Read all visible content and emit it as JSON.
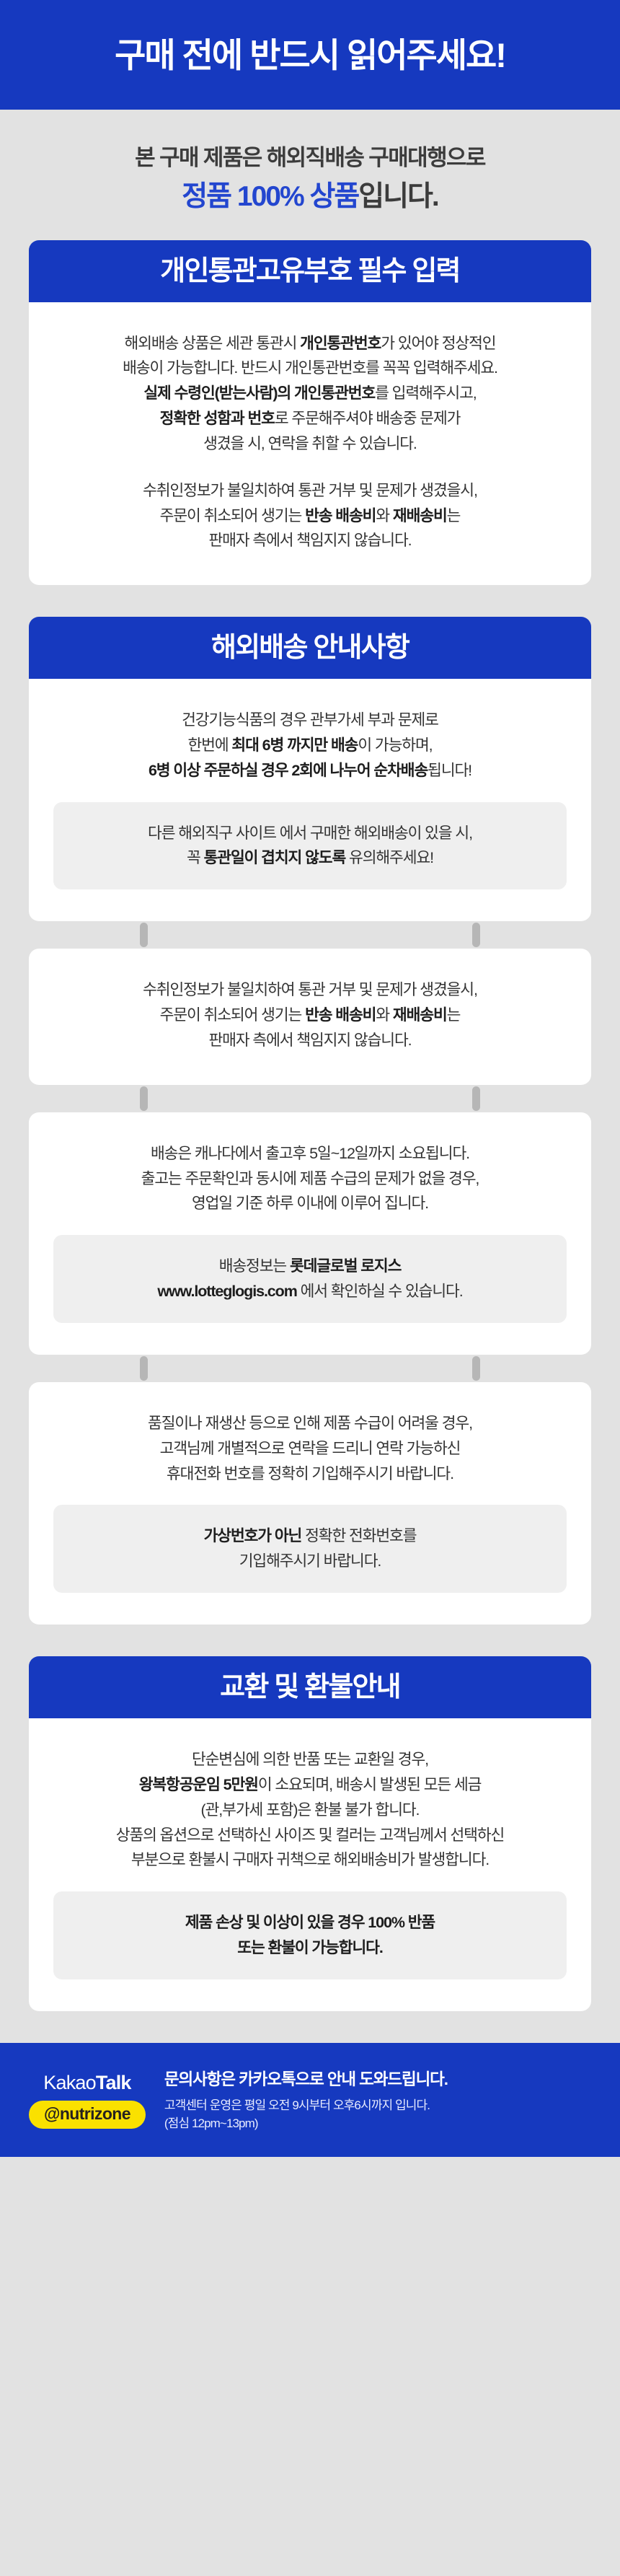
{
  "colors": {
    "brand_blue": "#1639bf",
    "accent_blue": "#2346cf",
    "page_bg": "#e2e2e2",
    "card_bg": "#ffffff",
    "grey_box": "#efefef",
    "kakao_yellow": "#fae100",
    "text_dark": "#333333"
  },
  "banner": {
    "title": "구매 전에 반드시 읽어주세요!"
  },
  "intro": {
    "line1": "본 구매 제품은 해외직배송 구매대행으로",
    "line2_highlight": "정품 100% 상품",
    "line2_rest": "입니다."
  },
  "sections": [
    {
      "id": "customs-code",
      "header": "개인통관고유부호 필수 입력",
      "blocks": [
        {
          "type": "paragraph",
          "lines": [
            [
              {
                "t": "해외배송 상품은 세관 통관시 ",
                "b": false
              },
              {
                "t": "개인통관번호",
                "b": true
              },
              {
                "t": "가 있어야 정상적인",
                "b": false
              }
            ],
            [
              {
                "t": "배송이 가능합니다. 반드시 개인통관번호를 꼭꼭 입력해주세요.",
                "b": false
              }
            ],
            [
              {
                "t": "실제 수령인(받는사람)의 개인통관번호",
                "b": true
              },
              {
                "t": "를 입력해주시고,",
                "b": false
              }
            ],
            [
              {
                "t": "정확한 성함과 번호",
                "b": true
              },
              {
                "t": "로 주문해주셔야 배송중 문제가",
                "b": false
              }
            ],
            [
              {
                "t": "생겼을 시, 연락을 취할 수 있습니다.",
                "b": false
              }
            ]
          ]
        },
        {
          "type": "paragraph",
          "lines": [
            [
              {
                "t": "수취인정보가 불일치하여 통관 거부 및 문제가 생겼을시,",
                "b": false
              }
            ],
            [
              {
                "t": "주문이 취소되어 생기는 ",
                "b": false
              },
              {
                "t": "반송 배송비",
                "b": true
              },
              {
                "t": "와 ",
                "b": false
              },
              {
                "t": "재배송비",
                "b": true
              },
              {
                "t": "는",
                "b": false
              }
            ],
            [
              {
                "t": "판매자 측에서 책임지지 않습니다.",
                "b": false
              }
            ]
          ]
        }
      ]
    },
    {
      "id": "overseas-shipping",
      "header": "해외배송 안내사항",
      "cards": [
        {
          "blocks": [
            {
              "type": "paragraph",
              "lines": [
                [
                  {
                    "t": "건강기능식품의 경우 관부가세 부과 문제로",
                    "b": false
                  }
                ],
                [
                  {
                    "t": "한번에 ",
                    "b": false
                  },
                  {
                    "t": "최대 6병 까지만 배송",
                    "b": true
                  },
                  {
                    "t": "이 가능하며,",
                    "b": false
                  }
                ],
                [
                  {
                    "t": "6병 이상 주문하실 경우 2회에 나누어 순차배송",
                    "b": true
                  },
                  {
                    "t": "됩니다!",
                    "b": false
                  }
                ]
              ]
            },
            {
              "type": "greybox",
              "lines": [
                [
                  {
                    "t": "다른 해외직구 사이트 에서 구매한 해외배송이 있을 시,",
                    "b": false
                  }
                ],
                [
                  {
                    "t": "꼭 ",
                    "b": false
                  },
                  {
                    "t": "통관일이 겹치지 않도록",
                    "b": true
                  },
                  {
                    "t": " 유의해주세요!",
                    "b": false
                  }
                ]
              ]
            }
          ]
        },
        {
          "blocks": [
            {
              "type": "paragraph",
              "lines": [
                [
                  {
                    "t": "수취인정보가 불일치하여 통관 거부 및 문제가 생겼을시,",
                    "b": false
                  }
                ],
                [
                  {
                    "t": "주문이 취소되어 생기는 ",
                    "b": false
                  },
                  {
                    "t": "반송 배송비",
                    "b": true
                  },
                  {
                    "t": "와 ",
                    "b": false
                  },
                  {
                    "t": "재배송비",
                    "b": true
                  },
                  {
                    "t": "는",
                    "b": false
                  }
                ],
                [
                  {
                    "t": "판매자 측에서 책임지지 않습니다.",
                    "b": false
                  }
                ]
              ]
            }
          ]
        },
        {
          "blocks": [
            {
              "type": "paragraph",
              "lines": [
                [
                  {
                    "t": "배송은 캐나다에서 출고후 5일~12일까지 소요됩니다.",
                    "b": false
                  }
                ],
                [
                  {
                    "t": "출고는 주문확인과 동시에 제품 수급의 문제가 없을 경우,",
                    "b": false
                  }
                ],
                [
                  {
                    "t": "영업일 기준 하루 이내에 이루어 집니다.",
                    "b": false
                  }
                ]
              ]
            },
            {
              "type": "greybox",
              "lines": [
                [
                  {
                    "t": "배송정보는 ",
                    "b": false
                  },
                  {
                    "t": "롯데글로벌 로지스",
                    "b": true
                  }
                ],
                [
                  {
                    "t": "www.lotteglogis.com",
                    "b": true
                  },
                  {
                    "t": " 에서 확인하실 수 있습니다.",
                    "b": false
                  }
                ]
              ]
            }
          ]
        },
        {
          "blocks": [
            {
              "type": "paragraph",
              "lines": [
                [
                  {
                    "t": "품질이나 재생산 등으로 인해 제품 수급이 어려울 경우,",
                    "b": false
                  }
                ],
                [
                  {
                    "t": "고객님께 개별적으로 연락을 드리니 연락 가능하신",
                    "b": false
                  }
                ],
                [
                  {
                    "t": "휴대전화 번호를 정확히 기입해주시기 바랍니다.",
                    "b": false
                  }
                ]
              ]
            },
            {
              "type": "greybox",
              "lines": [
                [
                  {
                    "t": "가상번호가 아닌",
                    "b": true
                  },
                  {
                    "t": " 정확한 전화번호를",
                    "b": false
                  }
                ],
                [
                  {
                    "t": "기입해주시기 바랍니다.",
                    "b": false
                  }
                ]
              ]
            }
          ]
        }
      ]
    },
    {
      "id": "exchange-refund",
      "header": "교환 및 환불안내",
      "blocks": [
        {
          "type": "paragraph",
          "lines": [
            [
              {
                "t": "단순변심에 의한 반품 또는 교환일 경우,",
                "b": false
              }
            ],
            [
              {
                "t": "왕복항공운임 5만원",
                "b": true
              },
              {
                "t": "이 소요되며, 배송시 발생된 모든 세금",
                "b": false
              }
            ],
            [
              {
                "t": "(관,부가세 포함)은 환불 불가 합니다.",
                "b": false
              }
            ],
            [
              {
                "t": "상품의 옵션으로 선택하신 사이즈 및 컬러는 고객님께서 선택하신",
                "b": false
              }
            ],
            [
              {
                "t": "부분으로 환불시 구매자 귀책으로 해외배송비가 발생합니다.",
                "b": false
              }
            ]
          ]
        },
        {
          "type": "greybox",
          "lines": [
            [
              {
                "t": "제품 손상 및 이상이 있을 경우 100% 반품",
                "b": true
              }
            ],
            [
              {
                "t": "또는 환불이 가능합니다.",
                "b": true
              }
            ]
          ]
        }
      ]
    }
  ],
  "footer": {
    "brand_kakao": "Kakao",
    "brand_talk": "Talk",
    "channel_id": "@nutrizone",
    "headline": "문의사항은 카카오톡으로 안내 도와드립니다.",
    "hours_line1": "고객센터 운영은 평일 오전 9시부터 오후6시까지 입니다.",
    "hours_line2": "(점심 12pm~13pm)"
  }
}
